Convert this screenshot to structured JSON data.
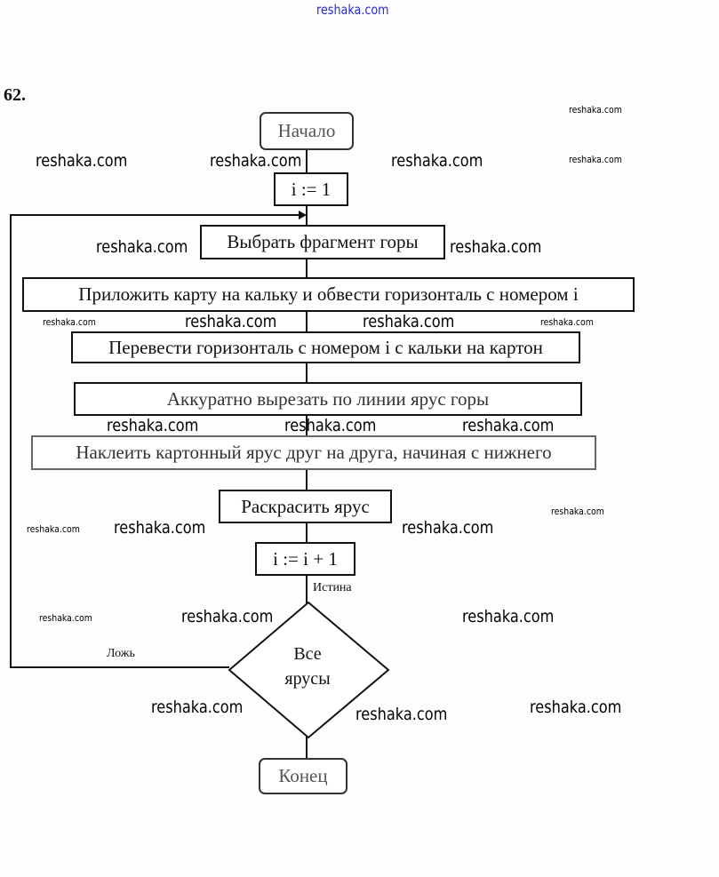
{
  "header_watermark": "reshaka.com",
  "problem_number": "62.",
  "flowchart": {
    "start": "Начало",
    "init": "i := 1",
    "steps": [
      "Выбрать фрагмент горы",
      "Приложить карту на кальку и обвести горизонталь с номером i",
      "Перевести горизонталь с номером i с кальки на картон",
      "Аккуратно вырезать по линии ярус горы",
      "Наклеить картонный ярус друг на друга, начиная с нижнего",
      "Раскрасить ярус",
      "i := i + 1"
    ],
    "decision_line1": "Все",
    "decision_line2": "ярусы",
    "true_label": "Истина",
    "false_label": "Ложь",
    "end": "Конец"
  },
  "watermarks": [
    "reshaka.com",
    "reshaka.com",
    "reshaka.com",
    "reshaka.com",
    "reshaka.com",
    "reshaka.com",
    "reshaka.com",
    "reshaka.com",
    "reshaka.com",
    "reshaka.com",
    "reshaka.com",
    "reshaka.com",
    "reshaka.com",
    "reshaka.com",
    "reshaka.com",
    "reshaka.com",
    "reshaka.com",
    "reshaka.com",
    "reshaka.com",
    "reshaka.com",
    "reshaka.com",
    "reshaka.com",
    "reshaka.com",
    "reshaka.com"
  ]
}
